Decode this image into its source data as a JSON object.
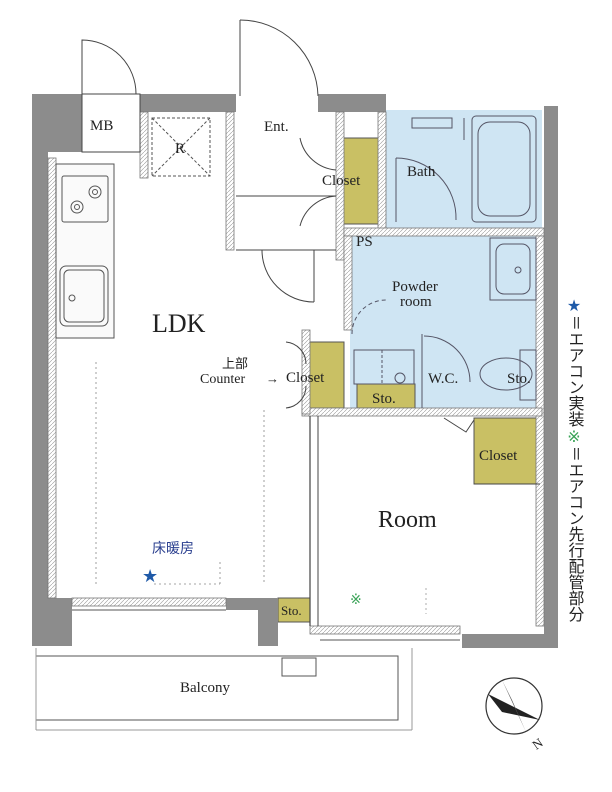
{
  "rooms": {
    "mb": "MB",
    "r": "R",
    "ent": "Ent.",
    "closet_ent": "Closet",
    "bath": "Bath",
    "ps": "PS",
    "powder_line1": "Powder",
    "powder_line2": "room",
    "ldk": "LDK",
    "counter_top": "上部",
    "counter": "Counter",
    "closet_ldk": "Closet",
    "wc": "W.C.",
    "sto_wc": "Sto.",
    "sto_powder": "Sto.",
    "closet_room": "Closet",
    "room": "Room",
    "floor_heating": "床暖房",
    "sto_balcony": "Sto.",
    "balcony": "Balcony",
    "north": "N"
  },
  "legend": {
    "star_symbol": "★",
    "star_text": "＝エアコン実装",
    "kome_symbol": "※",
    "kome_text": "＝エアコン先行配管部分"
  },
  "colors": {
    "wall": "#8c8c8c",
    "blue_room": "#cfe5f3",
    "closet": "#c9c064",
    "star": "#1f5aa8",
    "kome": "#3aa357",
    "heat_text": "#2a3f8f"
  }
}
